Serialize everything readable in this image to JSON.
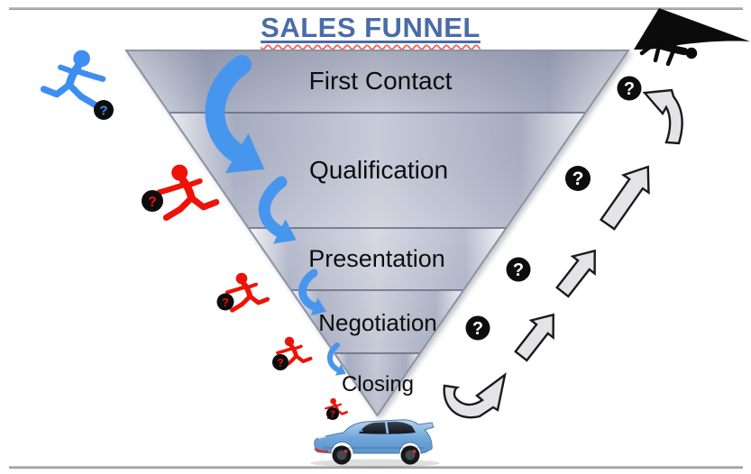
{
  "title": "SALES FUNNEL",
  "funnel": {
    "stages": [
      {
        "label": "First Contact"
      },
      {
        "label": "Qualification"
      },
      {
        "label": "Presentation"
      },
      {
        "label": "Negotiation"
      },
      {
        "label": "Closing"
      }
    ]
  },
  "icons": {
    "question_mark": "?",
    "incoming_lead_icon": "blue-running-person",
    "lost_lead_icon": "red-running-person",
    "question_ball_icon": "black-circle-question-mark",
    "flow_arrow_icon": "blue-curved-down-arrow",
    "exit_arrow_icon": "gray-outline-up-arrow",
    "escape_icon": "black-hang-glider-figure",
    "goal_icon": "blue-hatchback-car"
  },
  "decorations": {
    "lost_lead_count": 4,
    "exit_question_circle_count": 4,
    "exit_arrow_count": 5,
    "flow_arrow_count": 4
  },
  "colors": {
    "title_blue": "#4a6ca6",
    "spellcheck_red": "#e8736d",
    "flow_arrow_blue": "#4796ee",
    "incoming_lead_blue": "#3d8ef0",
    "lost_lead_red": "#ec1309",
    "funnel_band_dark": "#a9afc4",
    "funnel_band_light": "#f2f3f6",
    "exit_arrow_gray": "#e4e4e6",
    "car_blue": "#7fb0de"
  }
}
